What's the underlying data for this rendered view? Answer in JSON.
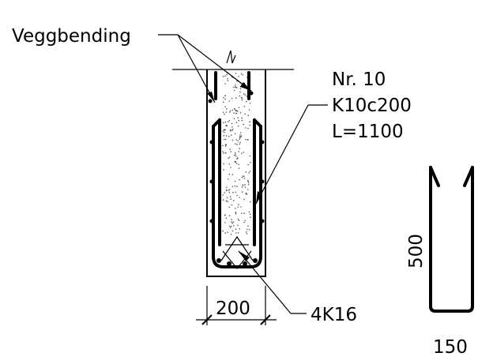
{
  "labels": {
    "wall_bending": "Veggbending",
    "bar_number": "Nr.  10",
    "bar_spec": "K10c200",
    "bar_length": "L=1100",
    "bottom_bars": "4K16",
    "width_dim": "200",
    "shape_height": "500",
    "shape_width": "150"
  }
}
